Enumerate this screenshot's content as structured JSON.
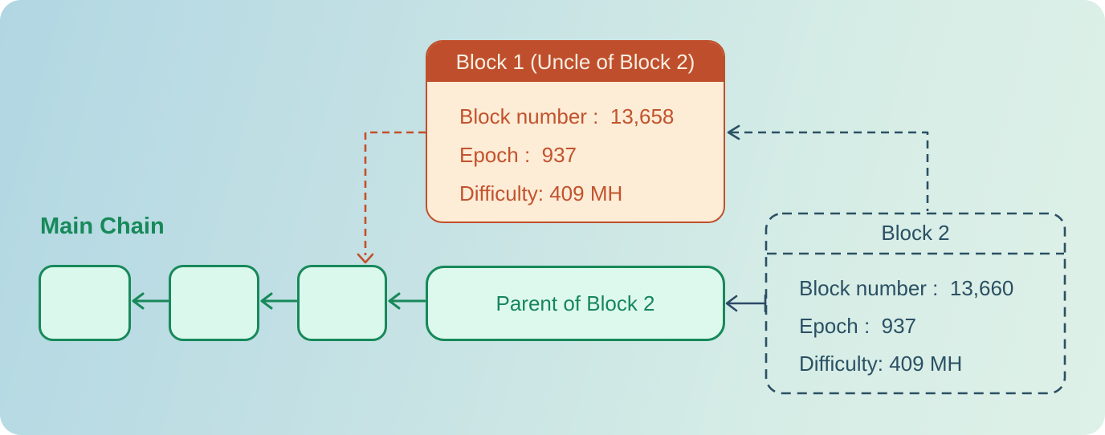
{
  "main_chain": {
    "label": "Main Chain",
    "block_count": 3
  },
  "parent_block": {
    "label": "Parent of Block 2"
  },
  "uncle_block": {
    "title": "Block 1 (Uncle of Block 2)",
    "lines": [
      "Block number :  13,658",
      "Epoch :  937",
      "Difficulty: 409 MH"
    ]
  },
  "block2": {
    "title": "Block 2",
    "lines": [
      "Block number :  13,660",
      "Epoch :  937",
      "Difficulty: 409 MH"
    ]
  },
  "colors": {
    "chain_green": "#17895a",
    "chain_fill": "#dbf8ec",
    "uncle_accent_orange": "#bf4f2c",
    "uncle_body_cream": "#fdecd6",
    "uncle_text_orange": "#c2532e",
    "block2_teal": "#2b5063",
    "solid_arrow_teal": "#2c4a66",
    "background_left": "#b2d7e3",
    "background_right": "#def1e8"
  }
}
